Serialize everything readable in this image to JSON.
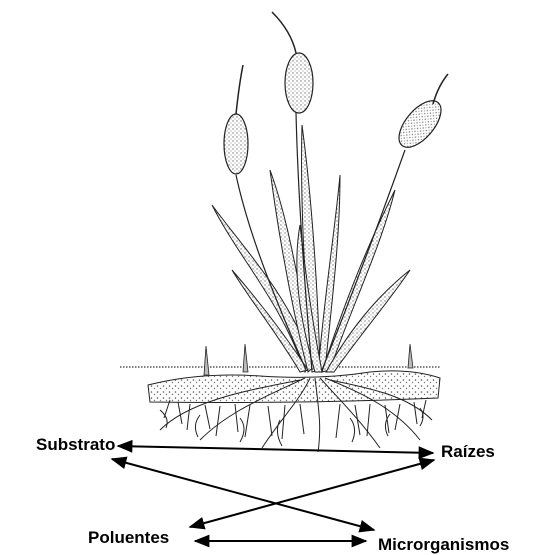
{
  "labels": {
    "substrato": "Substrato",
    "raizes": "Raízes",
    "poluentes": "Poluentes",
    "microrganismos": "Microrganismos"
  },
  "colors": {
    "ink": "#000000",
    "plant_shade": "#9a9a9a",
    "background": "#ffffff"
  },
  "arrows": [
    {
      "from": "Substrato",
      "to": "Raízes",
      "style": "double-headed"
    },
    {
      "from": "Poluentes",
      "to": "Microrganismos",
      "style": "double-headed"
    },
    {
      "from": "Substrato",
      "to": "Microrganismos",
      "style": "double-headed"
    },
    {
      "from": "Poluentes",
      "to": "Raízes",
      "style": "double-headed"
    }
  ],
  "illustration": {
    "subject": "cattail-plant-with-roots-in-substrate"
  }
}
